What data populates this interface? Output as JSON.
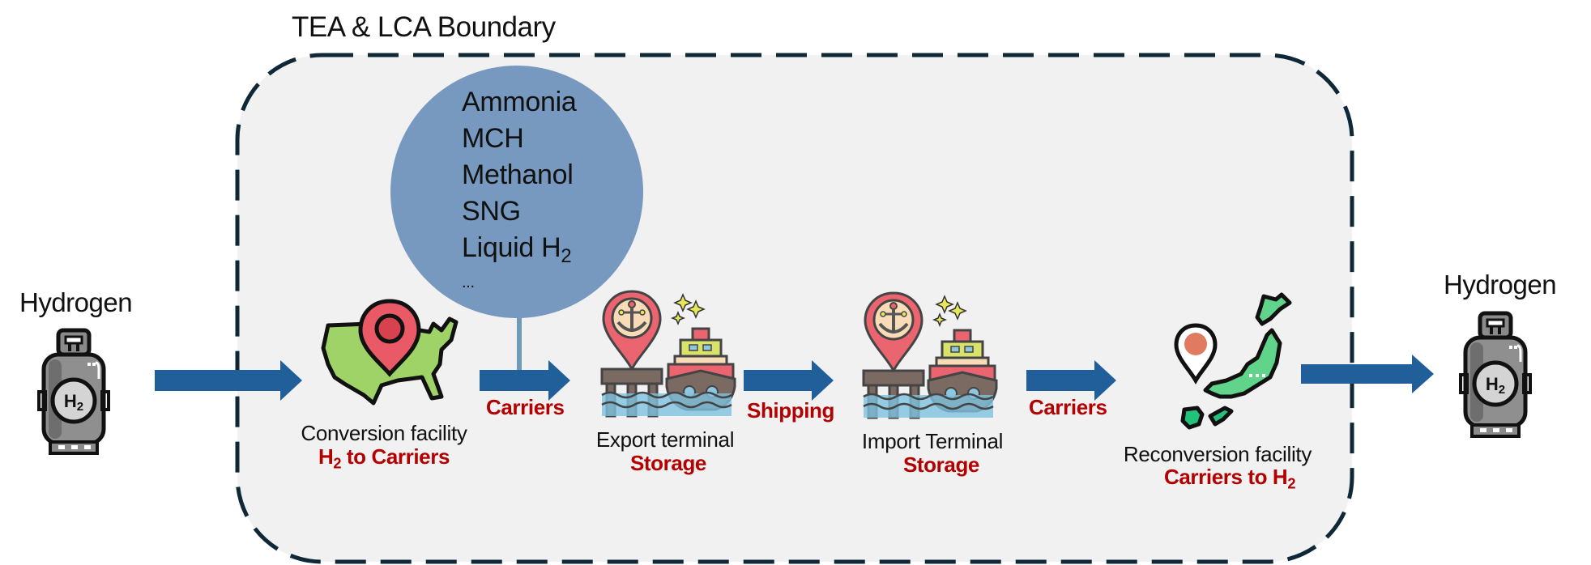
{
  "boundary": {
    "title": "TEA & LCA Boundary"
  },
  "colors": {
    "arrow": "#215f9a",
    "boundary_stroke": "#0e2838",
    "boundary_fill": "#f1f1f1",
    "carrier_circle": "#7799bf",
    "connector": "#6f9ab8",
    "highlight_text": "#b30000"
  },
  "inputs": {
    "left": {
      "label": "Hydrogen",
      "icon": "hydrogen-tank-icon",
      "tank_text": "H2"
    },
    "right": {
      "label": "Hydrogen",
      "icon": "hydrogen-tank-icon",
      "tank_text": "H2"
    }
  },
  "carrier_options": {
    "items": [
      "Ammonia",
      "MCH",
      "Methanol",
      "SNG"
    ],
    "liquid_prefix": "Liquid H",
    "liquid_sub": "2",
    "more": "..."
  },
  "stages": [
    {
      "name": "Conversion facility",
      "sub_prefix": "H",
      "sub_sub": "2",
      "sub_suffix": " to Carriers",
      "icon": "usa-map-pin-icon"
    },
    {
      "name": "Export terminal",
      "sub": "Storage",
      "icon": "port-terminal-icon"
    },
    {
      "name": "Import Terminal",
      "sub": "Storage",
      "icon": "port-terminal-icon"
    },
    {
      "name": "Reconversion facility",
      "sub_prefix": "Carriers to H",
      "sub_sub": "2",
      "icon": "japan-map-pin-icon"
    }
  ],
  "flows": [
    {
      "label": ""
    },
    {
      "label": "Carriers"
    },
    {
      "label": "Shipping"
    },
    {
      "label": "Carriers"
    },
    {
      "label": ""
    }
  ]
}
